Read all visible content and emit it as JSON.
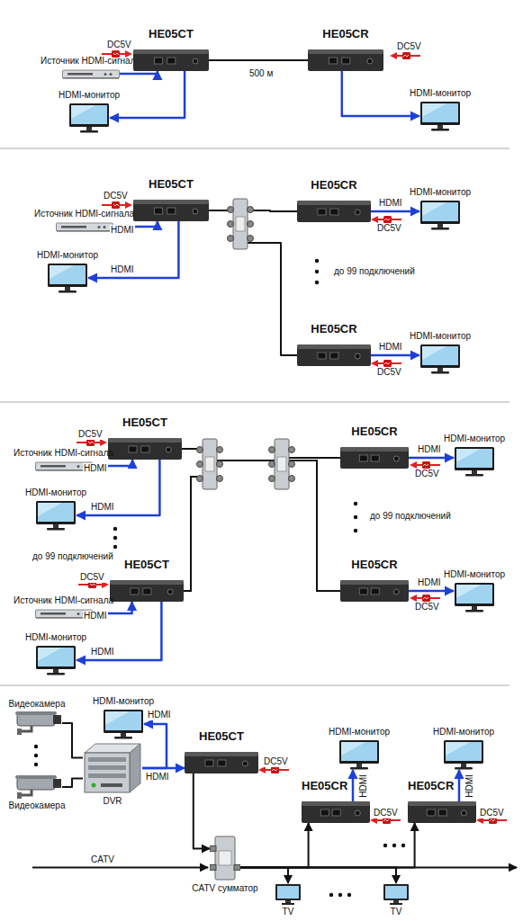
{
  "diagram": {
    "nodes": [
      {
        "text": [
          "Источник HDMI-сигнала"
        ]
      },
      {
        "text": [
          "HE05CT"
        ]
      },
      {
        "text": [
          "HDMI-монитор"
        ]
      },
      {
        "text": [
          "HE05CR"
        ]
      },
      {
        "text": [
          "HDMI-монитор"
        ]
      },
      {
        "text": [
          "HE05CT"
        ]
      },
      {
        "text": [
          "Источник HDMI-сигнала"
        ]
      },
      {
        "text": [
          "HDMI-монитор"
        ]
      },
      {
        "text": [
          "HE05CR"
        ]
      },
      {
        "text": [
          "HDMI-монитор"
        ]
      },
      {
        "text": [
          "HE05CR"
        ]
      },
      {
        "text": [
          "HDMI-монитор"
        ]
      },
      {
        "text": [
          "HE05CT"
        ]
      },
      {
        "text": [
          "Источник HDMI-сигнала"
        ]
      },
      {
        "text": [
          "HDMI-монитор"
        ]
      },
      {
        "text": [
          "HE05CT"
        ]
      },
      {
        "text": [
          "Источник HDMI-сигнала"
        ]
      },
      {
        "text": [
          "HDMI-монитор"
        ]
      },
      {
        "text": [
          "HE05CR"
        ]
      },
      {
        "text": [
          "HDMI-монитор"
        ]
      },
      {
        "text": [
          "HE05CR"
        ]
      },
      {
        "text": [
          "HDMI-монитор"
        ]
      },
      {
        "text": [
          "Видеокамера"
        ]
      },
      {
        "text": [
          "Видеокамера"
        ]
      },
      {
        "text": [
          "HDMI-монитор"
        ]
      },
      {
        "text": [
          "DVR"
        ]
      },
      {
        "text": [
          "HE05CT"
        ]
      },
      {
        "text": [
          "CATV сумматор"
        ]
      },
      {
        "text": [
          "HE05CR"
        ]
      },
      {
        "text": [
          "HDMI-монитор"
        ]
      },
      {
        "text": [
          "HE05CR"
        ]
      },
      {
        "text": [
          "HDMI-монитор"
        ]
      },
      {
        "text": [
          "TV"
        ]
      },
      {
        "text": [
          "TV"
        ]
      }
    ],
    "edges": [
      {
        "from": 0,
        "to": 1,
        "arrow": "to"
      },
      {
        "from": 1,
        "to": 2,
        "arrow": "to"
      },
      {
        "from": 1,
        "to": 3,
        "label": "500 м",
        "arrow": "none"
      },
      {
        "from": 3,
        "to": 4,
        "arrow": "to"
      },
      {
        "from": 6,
        "to": 5,
        "label": "HDMI",
        "arrow": "to"
      },
      {
        "from": 5,
        "to": 7,
        "label": "HDMI",
        "arrow": "to"
      },
      {
        "from": 5,
        "to": 8,
        "arrow": "none"
      },
      {
        "from": 5,
        "to": 10,
        "arrow": "none"
      },
      {
        "from": 8,
        "to": 9,
        "label": "HDMI",
        "arrow": "to"
      },
      {
        "from": 10,
        "to": 11,
        "label": "HDMI",
        "arrow": "to"
      },
      {
        "from": 13,
        "to": 12,
        "label": "HDMI",
        "arrow": "to"
      },
      {
        "from": 12,
        "to": 14,
        "label": "HDMI",
        "arrow": "to"
      },
      {
        "from": 16,
        "to": 15,
        "label": "HDMI",
        "arrow": "to"
      },
      {
        "from": 15,
        "to": 17,
        "label": "HDMI",
        "arrow": "to"
      },
      {
        "from": 12,
        "to": 18,
        "arrow": "none"
      },
      {
        "from": 12,
        "to": 20,
        "arrow": "none"
      },
      {
        "from": 15,
        "to": 18,
        "arrow": "none"
      },
      {
        "from": 15,
        "to": 20,
        "arrow": "none"
      },
      {
        "from": 18,
        "to": 19,
        "label": "HDMI",
        "arrow": "to"
      },
      {
        "from": 20,
        "to": 21,
        "label": "HDMI",
        "arrow": "to"
      },
      {
        "from": 22,
        "to": 25,
        "arrow": "none"
      },
      {
        "from": 23,
        "to": 25,
        "arrow": "none"
      },
      {
        "from": 25,
        "to": 24,
        "label": "HDMI",
        "arrow": "to"
      },
      {
        "from": 25,
        "to": 26,
        "label": "HDMI",
        "arrow": "to"
      },
      {
        "from": 26,
        "to": 27,
        "arrow": "to"
      },
      {
        "from": 27,
        "to": 28,
        "arrow": "to"
      },
      {
        "from": 27,
        "to": 30,
        "arrow": "to"
      },
      {
        "from": 27,
        "to": 32,
        "arrow": "to"
      },
      {
        "from": 27,
        "to": 33,
        "arrow": "to"
      },
      {
        "from": 28,
        "to": 29,
        "label": "HDMI",
        "arrow": "to"
      },
      {
        "from": 30,
        "to": 31,
        "label": "HDMI",
        "arrow": "to"
      }
    ],
    "labels": [
      "DC5V",
      "DC5V",
      "DC5V",
      "DC5V",
      "DC5V",
      "до 99 подключений",
      "DC5V",
      "DC5V",
      "DC5V",
      "DC5V",
      "до 99 подключений",
      "до 99 подключений",
      "CATV",
      "DC5V",
      "DC5V",
      "DC5V"
    ]
  }
}
